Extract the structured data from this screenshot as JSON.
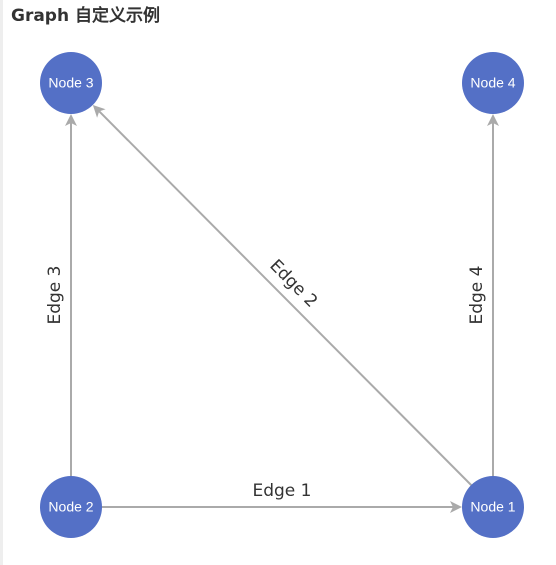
{
  "title": "Graph 自定义示例",
  "colors": {
    "node": "#5470c6",
    "edge": "#aaaaaa",
    "edge_label": "#333333",
    "node_label": "#ffffff"
  },
  "nodes": [
    {
      "id": "n1",
      "label": "Node 1"
    },
    {
      "id": "n2",
      "label": "Node 2"
    },
    {
      "id": "n3",
      "label": "Node 3"
    },
    {
      "id": "n4",
      "label": "Node 4"
    }
  ],
  "edges": [
    {
      "id": "e1",
      "label": "Edge 1",
      "source": "n2",
      "target": "n1"
    },
    {
      "id": "e2",
      "label": "Edge 2",
      "source": "n1",
      "target": "n3"
    },
    {
      "id": "e3",
      "label": "Edge 3",
      "source": "n2",
      "target": "n3"
    },
    {
      "id": "e4",
      "label": "Edge 4",
      "source": "n1",
      "target": "n4"
    }
  ]
}
